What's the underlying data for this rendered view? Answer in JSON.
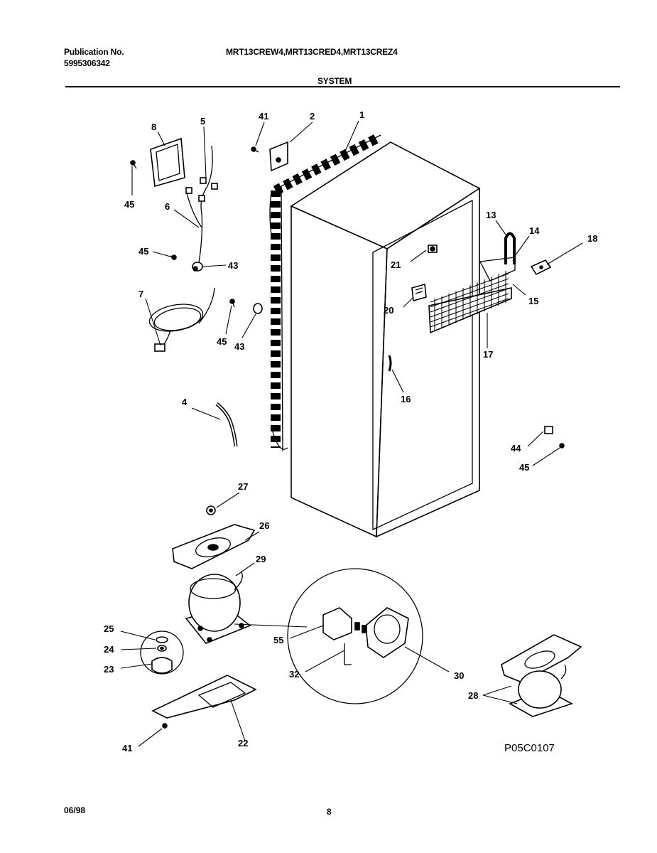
{
  "header": {
    "publication_label": "Publication No.",
    "publication_number": "5995306342",
    "models": "MRT13CREW4,MRT13CRED4,MRT13CREZ4",
    "section": "SYSTEM"
  },
  "callouts": [
    "1",
    "2",
    "41",
    "5",
    "8",
    "45",
    "6",
    "45",
    "43",
    "7",
    "45",
    "43",
    "13",
    "14",
    "18",
    "21",
    "20",
    "15",
    "17",
    "16",
    "4",
    "44",
    "45",
    "27",
    "26",
    "29",
    "25",
    "24",
    "23",
    "55",
    "32",
    "30",
    "28",
    "41",
    "22"
  ],
  "drawing_code": "P05C0107",
  "footer": {
    "date": "06/98",
    "page": "8"
  }
}
